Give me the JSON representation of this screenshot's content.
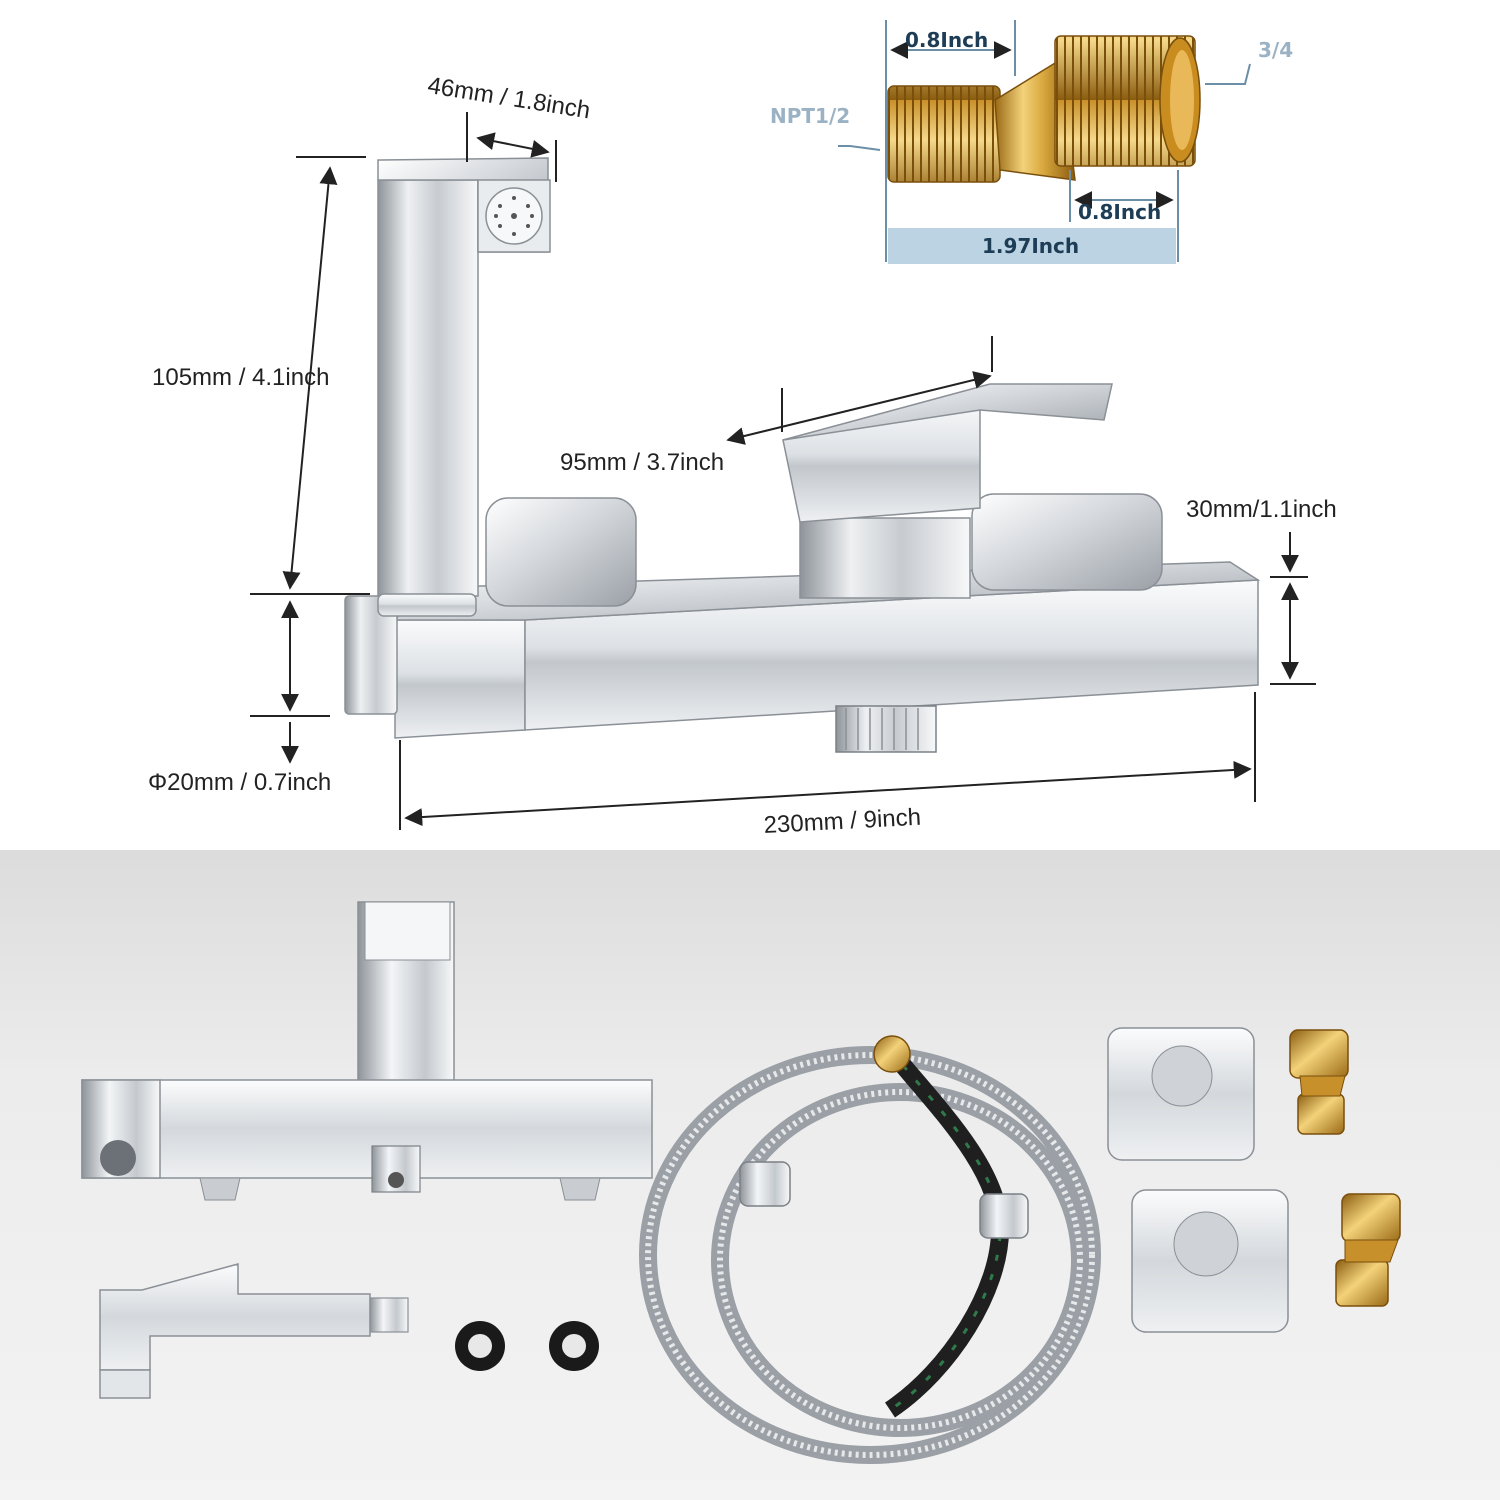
{
  "top_diagram": {
    "dimensions": {
      "sprayer_head_width": "46mm / 1.8inch",
      "sprayer_height": "105mm / 4.1inch",
      "handle_length": "95mm / 3.7inch",
      "body_height": "30mm/1.1inch",
      "holder_diameter": "Φ20mm / 0.7inch",
      "body_length": "230mm / 9inch"
    }
  },
  "adapter_inset": {
    "thread_left": "NPT1/2",
    "thread_right": "3/4",
    "segment_left": "0.8Inch",
    "segment_right": "0.8Inch",
    "total_length": "1.97Inch"
  },
  "colors": {
    "chrome_light": "#f4f6f8",
    "chrome_mid": "#c9cdd2",
    "chrome_dark": "#7d838a",
    "brass_light": "#f3d27a",
    "brass_dark": "#9a6a16",
    "callout_blue": "#6c8fa8",
    "bottom_background": "#e6e6e6"
  },
  "parts_shown": [
    "mixer-valve-body",
    "hand-sprayer",
    "rubber-washer",
    "rubber-washer",
    "stainless-hose",
    "square-cover-plate",
    "square-cover-plate",
    "brass-eccentric-adapter",
    "brass-eccentric-adapter"
  ]
}
